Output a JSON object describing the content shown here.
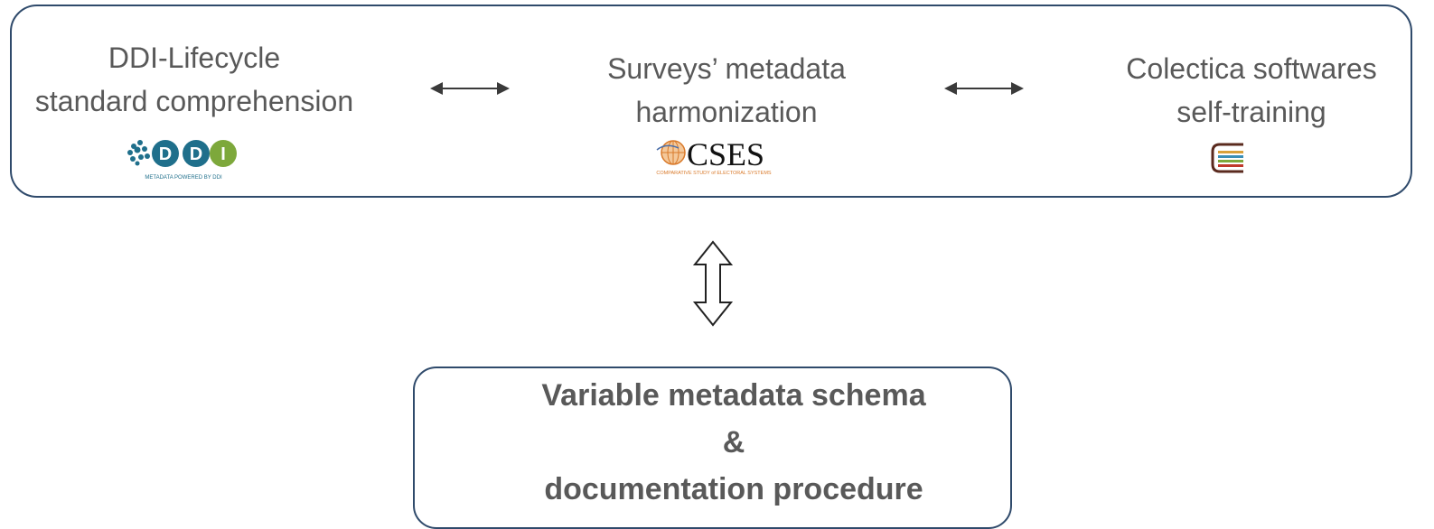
{
  "top_panel": {
    "columns": [
      {
        "line1": "DDI-Lifecycle",
        "line2": "standard comprehension",
        "logo": "ddi-logo",
        "logo_text": "DDI",
        "logo_tagline": "METADATA POWERED BY DDI"
      },
      {
        "line1": "Surveys’ metadata",
        "line2": "harmonization",
        "logo": "cses-logo",
        "logo_text": "CSES",
        "logo_tagline": "COMPARATIVE STUDY of ELECTORAL SYSTEMS"
      },
      {
        "line1": "Colectica softwares",
        "line2": "self-training",
        "logo": "colectica-logo"
      }
    ]
  },
  "bottom_panel": {
    "line1": "Variable metadata schema",
    "line2": "&",
    "line3": "documentation procedure"
  },
  "colors": {
    "border": "#2f4a6b",
    "text": "#595959",
    "arrow": "#3a3a3a"
  }
}
